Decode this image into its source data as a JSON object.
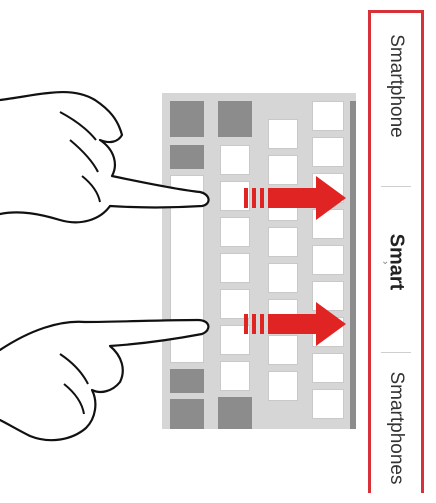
{
  "suggestions": {
    "left": "Smartphone",
    "center": "Smart",
    "right": "Smartphones"
  },
  "colors": {
    "frame": "#d7323a",
    "arrow": "#e02424",
    "dark_key": "#8c8c8c",
    "key_border": "#c9c9c9",
    "keyboard_bg": "#d6d6d6"
  },
  "icons": {
    "hand_top": "pointing-hand-icon",
    "hand_bottom": "pointing-hand-icon",
    "arrow_top": "right-arrow-icon",
    "arrow_bottom": "right-arrow-icon"
  }
}
